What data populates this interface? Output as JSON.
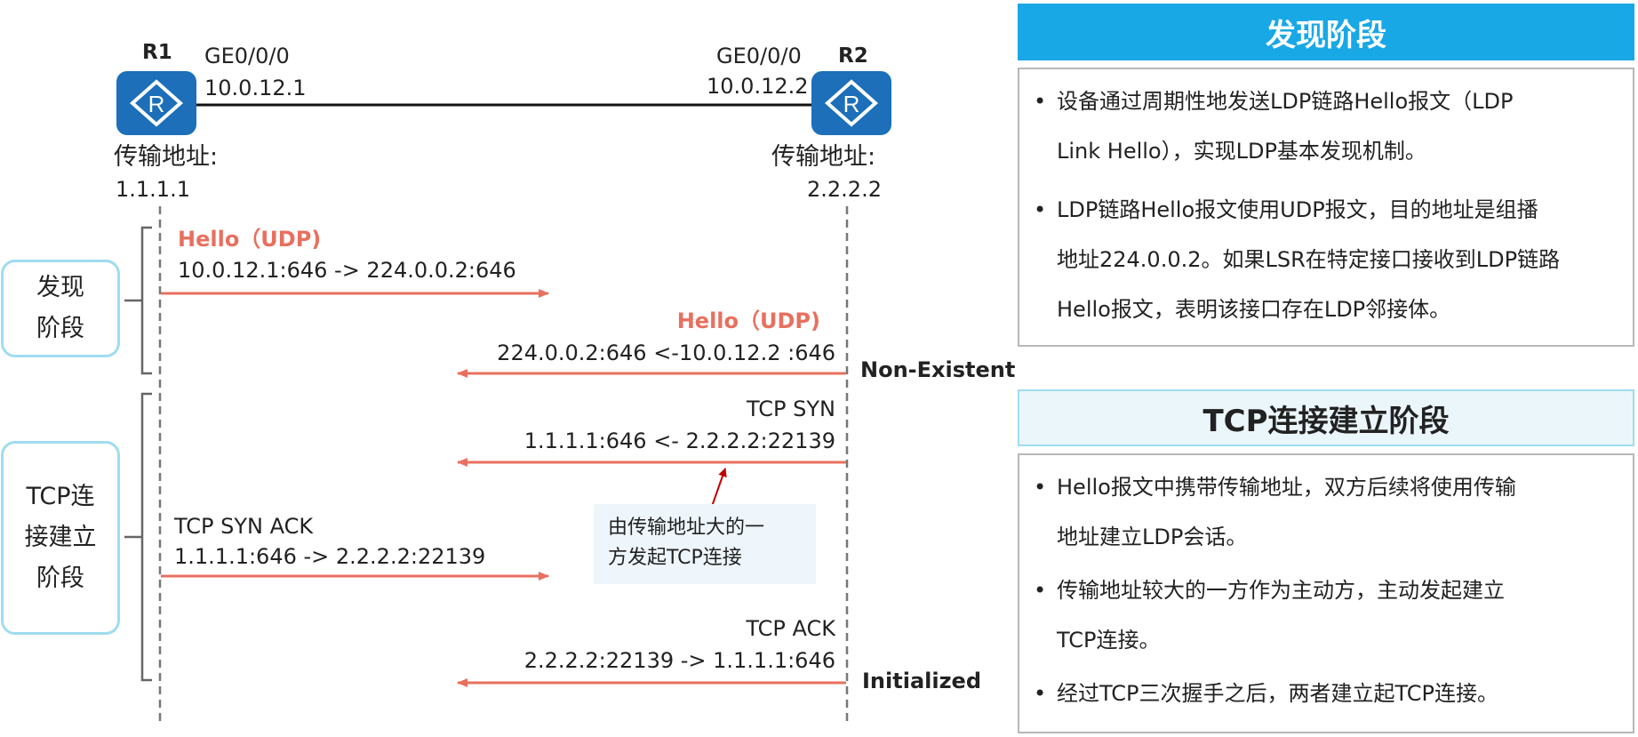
{
  "topology": {
    "r1": {
      "name": "R1",
      "interface": "GE0/0/0",
      "ip": "10.0.12.1",
      "transport_label": "传输地址:",
      "transport_addr": "1.1.1.1"
    },
    "r2": {
      "name": "R2",
      "interface": "GE0/0/0",
      "ip": "10.0.12.2",
      "transport_label": "传输地址:",
      "transport_addr": "2.2.2.2"
    },
    "router_glyph": "R",
    "router_icon": "router-icon",
    "colors": {
      "router": "#1c6fb8",
      "arrow": "#e8705f",
      "phase_border": "#9fdcef",
      "panel_blue": "#19a8e6",
      "panel_light": "#ebf6fb"
    }
  },
  "phases": {
    "discovery": "发现\n阶段",
    "tcp": "TCP连\n接建立\n阶段"
  },
  "messages": {
    "hello1_title": "Hello（UDP)",
    "hello1_detail": "10.0.12.1:646 -> 224.0.0.2:646",
    "hello2_title": "Hello（UDP)",
    "hello2_detail": "224.0.0.2:646 <-10.0.12.2 :646",
    "tcp_syn_title": "TCP SYN",
    "tcp_syn_detail": "1.1.1.1:646 <- 2.2.2.2:22139",
    "tcp_synack_title": "TCP SYN ACK",
    "tcp_synack_detail": "1.1.1.1:646 -> 2.2.2.2:22139",
    "tcp_ack_title": "TCP ACK",
    "tcp_ack_detail": "2.2.2.2:22139 -> 1.1.1.1:646"
  },
  "states": {
    "non_existent": "Non-Existent",
    "initialized": "Initialized"
  },
  "note": "由传输地址大的一\n方发起TCP连接",
  "panels": {
    "discovery": {
      "title": "发现阶段",
      "bullets": [
        "设备通过周期性地发送LDP链路Hello报文（LDP\nLink Hello），实现LDP基本发现机制。",
        "LDP链路Hello报文使用UDP报文，目的地址是组播\n地址224.0.0.2。如果LSR在特定接口接收到LDP链路\nHello报文，表明该接口存在LDP邻接体。"
      ]
    },
    "tcp": {
      "title": "TCP连接建立阶段",
      "bullets": [
        "Hello报文中携带传输地址，双方后续将使用传输\n地址建立LDP会话。",
        "传输地址较大的一方作为主动方，主动发起建立\nTCP连接。",
        "经过TCP三次握手之后，两者建立起TCP连接。"
      ]
    }
  }
}
